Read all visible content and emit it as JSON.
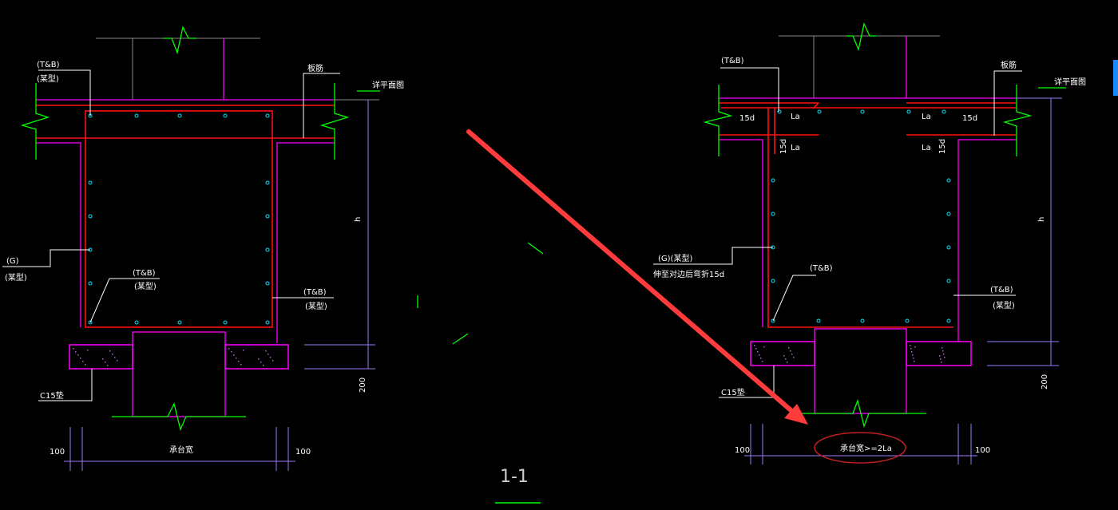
{
  "section_title": "1-1",
  "left": {
    "tb_top": "(T&B)",
    "tb_top_sub": "(某型)",
    "slab_bar": "板筋",
    "level_ref": "详平面图",
    "g_label": "(G)",
    "g_sub": "(某型)",
    "tb_bottom": "(T&B)",
    "tb_bottom_sub": "(某型)",
    "tb_right": "(T&B)",
    "tb_right_sub": "(某型)",
    "height": "h",
    "pad_thickness": "200",
    "cushion": "C15垫",
    "dim_left": "100",
    "dim_right": "100",
    "width_label": "承台宽"
  },
  "right": {
    "tb_top": "(T&B)",
    "slab_bar": "板筋",
    "level_ref": "详平面图",
    "anchor_15d": "15d",
    "anchor_la": "La",
    "g_label": "(G)(某型)",
    "g_sub": "伸至对边后弯折15d",
    "tb_bottom": "(T&B)",
    "tb_right": "(T&B)",
    "tb_right_sub": "(某型)",
    "height": "h",
    "pad_thickness": "200",
    "cushion": "C15垫",
    "dim_left": "100",
    "dim_right": "100",
    "width_label": "承台宽>=2La"
  },
  "colors": {
    "background": "#000000",
    "rebar": "#ff1010",
    "concrete": "#ff00ff",
    "break": "#00ff00",
    "dimension": "#9b7bff",
    "bars": "#00e5ff",
    "annotation_arrow": "#ff3b3b"
  }
}
